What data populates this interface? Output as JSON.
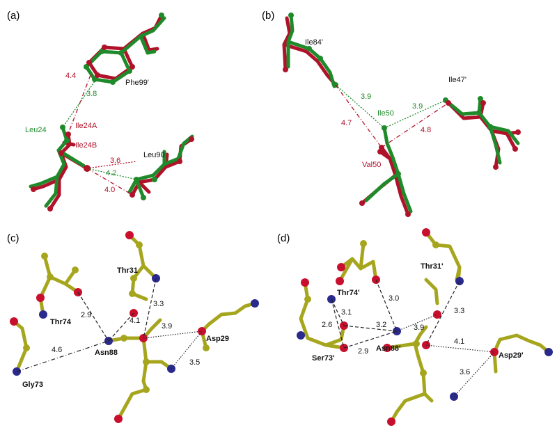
{
  "colors": {
    "green": "#1f8a2a",
    "red": "#b0122a",
    "olive": "#a6a61e",
    "blue": "#2a2a8c",
    "oxygen": "#c8102e",
    "text": "#111111"
  },
  "panels": [
    {
      "label": "(a)",
      "residues": [
        {
          "text": "Phe99'",
          "color": "text"
        },
        {
          "text": "Leu24",
          "color": "green"
        },
        {
          "text": "Ile24A",
          "color": "red"
        },
        {
          "text": "Ile24B",
          "color": "red"
        },
        {
          "text": "Leu90",
          "color": "text"
        }
      ],
      "distances": [
        {
          "text": "4.4",
          "color": "red"
        },
        {
          "text": "3.8",
          "color": "green"
        },
        {
          "text": "3.6",
          "color": "red"
        },
        {
          "text": "4.2",
          "color": "green"
        },
        {
          "text": "4.0",
          "color": "red"
        }
      ]
    },
    {
      "label": "(b)",
      "residues": [
        {
          "text": "Ile84'",
          "color": "text"
        },
        {
          "text": "Ile47'",
          "color": "text"
        },
        {
          "text": "Ile50",
          "color": "green"
        },
        {
          "text": "Val50",
          "color": "red"
        }
      ],
      "distances": [
        {
          "text": "3.9",
          "color": "green"
        },
        {
          "text": "3.9",
          "color": "green"
        },
        {
          "text": "4.7",
          "color": "red"
        },
        {
          "text": "4.8",
          "color": "red"
        }
      ]
    },
    {
      "label": "(c)",
      "residues": [
        {
          "text": "Thr31"
        },
        {
          "text": "Thr74"
        },
        {
          "text": "Asn88"
        },
        {
          "text": "Asp29"
        },
        {
          "text": "Gly73"
        }
      ],
      "distances": [
        {
          "text": "2.9"
        },
        {
          "text": "4.1"
        },
        {
          "text": "3.3"
        },
        {
          "text": "3.9"
        },
        {
          "text": "4.6"
        },
        {
          "text": "3.5"
        }
      ]
    },
    {
      "label": "(d)",
      "residues": [
        {
          "text": "Thr74'"
        },
        {
          "text": "Thr31'"
        },
        {
          "text": "Ser73'"
        },
        {
          "text": "Asn88'"
        },
        {
          "text": "Asp29'"
        }
      ],
      "distances": [
        {
          "text": "3.0"
        },
        {
          "text": "3.1"
        },
        {
          "text": "2.6"
        },
        {
          "text": "3.2"
        },
        {
          "text": "3.9"
        },
        {
          "text": "3.3"
        },
        {
          "text": "2.9"
        },
        {
          "text": "4.1"
        },
        {
          "text": "3.6"
        }
      ]
    }
  ]
}
